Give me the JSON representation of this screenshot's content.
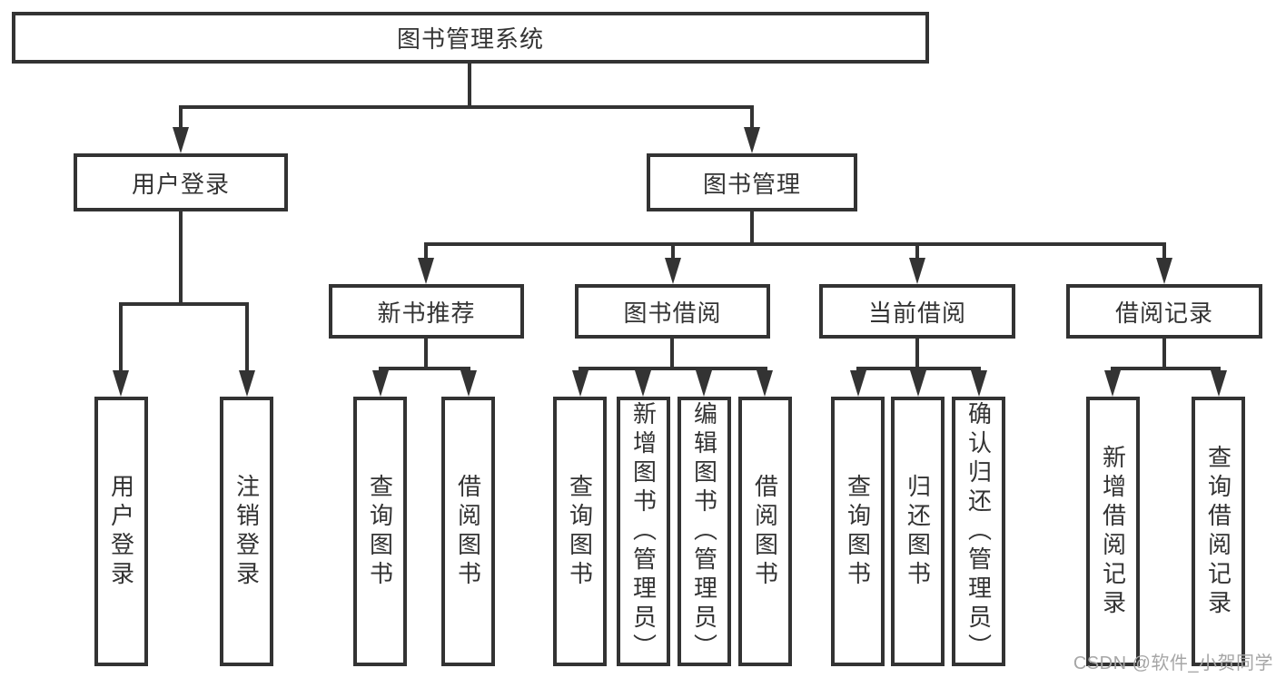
{
  "diagram": {
    "type": "hierarchy-diagram",
    "title": "图书管理系统",
    "watermark": "CSDN @软件_小贺同学",
    "colors": {
      "stroke": "#333333",
      "text": "#333333",
      "box_bg": "#ffffff",
      "watermark": "#a6a6a6",
      "background": "#ffffff"
    }
  },
  "nodes": {
    "root": {
      "label": "图书管理系统"
    },
    "level2": [
      {
        "label": "用户登录"
      },
      {
        "label": "图书管理"
      }
    ],
    "level3": [
      {
        "label": "新书推荐",
        "parent": "图书管理"
      },
      {
        "label": "图书借阅",
        "parent": "图书管理"
      },
      {
        "label": "当前借阅",
        "parent": "图书管理"
      },
      {
        "label": "借阅记录",
        "parent": "图书管理"
      }
    ],
    "leaves": [
      {
        "label": "用户登录",
        "parent": "用户登录"
      },
      {
        "label": "注销登录",
        "parent": "用户登录"
      },
      {
        "label": "查询图书",
        "parent": "新书推荐"
      },
      {
        "label": "借阅图书",
        "parent": "新书推荐"
      },
      {
        "label": "查询图书",
        "parent": "图书借阅"
      },
      {
        "label": "新增图书（管理员）",
        "parent": "图书借阅"
      },
      {
        "label": "编辑图书（管理员）",
        "parent": "图书借阅"
      },
      {
        "label": "借阅图书",
        "parent": "图书借阅"
      },
      {
        "label": "查询图书",
        "parent": "当前借阅"
      },
      {
        "label": "归还图书",
        "parent": "当前借阅"
      },
      {
        "label": "确认归还（管理员）",
        "parent": "当前借阅"
      },
      {
        "label": "新增借阅记录",
        "parent": "借阅记录"
      },
      {
        "label": "查询借阅记录",
        "parent": "借阅记录"
      }
    ]
  }
}
